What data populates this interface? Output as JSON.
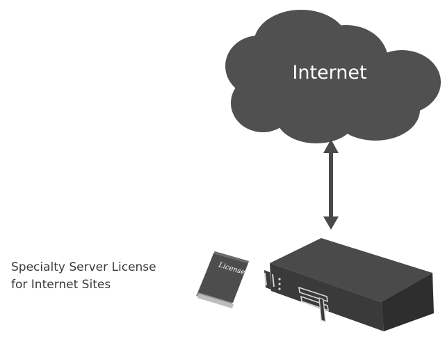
{
  "cloud": {
    "label": "Internet",
    "color": "#505050"
  },
  "connection": {
    "type": "bidirectional-arrow",
    "color": "#4a4a4a"
  },
  "license": {
    "caption_line1": "Specialty Server License",
    "caption_line2": "for Internet Sites",
    "book_label": "License",
    "book_color": "#4d4d4d"
  },
  "server": {
    "icon": "server-icon",
    "color": "#3c3c3c"
  }
}
